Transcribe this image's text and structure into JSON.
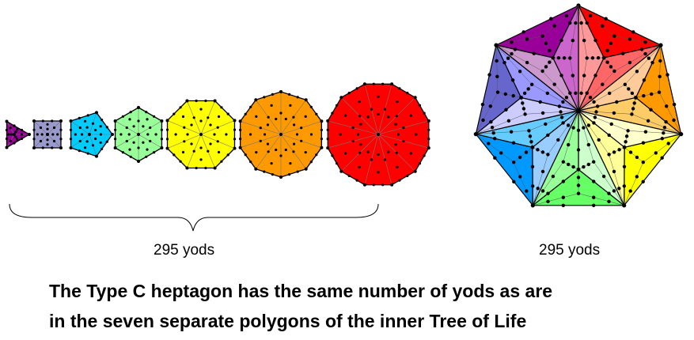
{
  "left_label": "295 yods",
  "right_label": "295 yods",
  "caption": {
    "line1": "The Type C heptagon has the same number of yods as are",
    "line2": "in the seven separate polygons of the inner Tree of Life"
  },
  "polygons": [
    {
      "name": "triangle",
      "sides": 3,
      "color": "#990099"
    },
    {
      "name": "square",
      "sides": 4,
      "color": "#9999cc"
    },
    {
      "name": "pentagon",
      "sides": 5,
      "color": "#00ccff"
    },
    {
      "name": "hexagon",
      "sides": 6,
      "color": "#99ff99"
    },
    {
      "name": "octagon",
      "sides": 8,
      "color": "#ffff00"
    },
    {
      "name": "decagon",
      "sides": 10,
      "color": "#ff9900"
    },
    {
      "name": "dodecagon",
      "sides": 12,
      "color": "#ff0000"
    }
  ],
  "heptagon_sectors": [
    {
      "outer": "#ff0000",
      "inner": [
        "#ff9999",
        "#ff6666"
      ]
    },
    {
      "outer": "#ff9900",
      "inner": [
        "#ffcc99",
        "#ffcc66"
      ]
    },
    {
      "outer": "#ffff00",
      "inner": [
        "#ffffcc",
        "#ffff99"
      ]
    },
    {
      "outer": "#66ff66",
      "inner": [
        "#ccffcc",
        "#99ff99"
      ]
    },
    {
      "outer": "#0099ff",
      "inner": [
        "#99ccff",
        "#66ccff"
      ]
    },
    {
      "outer": "#6666cc",
      "inner": [
        "#ccccff",
        "#9999ff"
      ]
    },
    {
      "outer": "#990099",
      "inner": [
        "#cc99cc",
        "#cc66cc"
      ]
    }
  ]
}
